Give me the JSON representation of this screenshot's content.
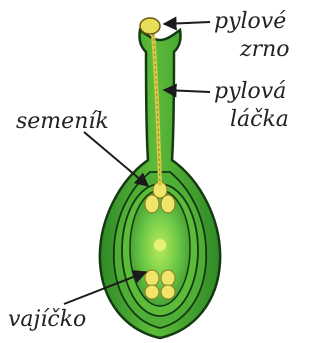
{
  "labels": {
    "pollen_grain_line1": "pylové",
    "pollen_grain_line2": "zrno",
    "pollen_tube_line1": "pylová",
    "pollen_tube_line2": "láčka",
    "ovary": "semeník",
    "ovule": "vajíčko"
  },
  "colors": {
    "outer_tissue": "#3d9a2e",
    "outer_tissue_light": "#5fbf3c",
    "inner_tissue": "#6cc847",
    "outline": "#143a12",
    "pollen": "#e8de5a",
    "tube": "#d8c84a",
    "cells": "#f0e56a",
    "background": "#ffffff",
    "text": "#222222"
  },
  "icons": {
    "arrow": "arrow-icon"
  }
}
